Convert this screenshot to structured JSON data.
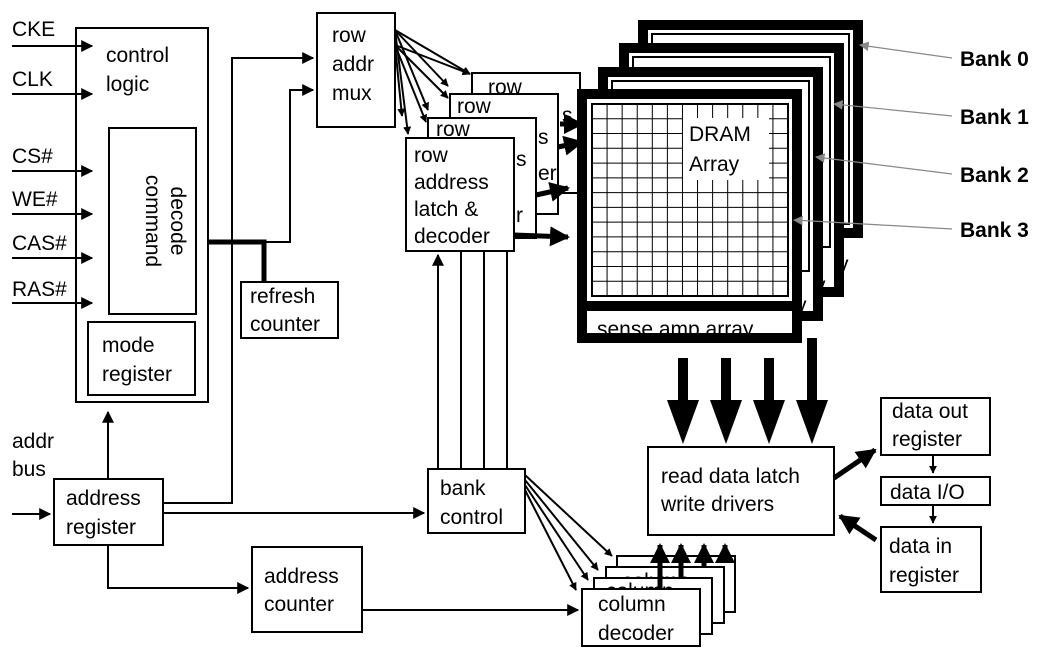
{
  "signals": {
    "cke": "CKE",
    "clk": "CLK",
    "cs": "CS#",
    "we": "WE#",
    "cas": "CAS#",
    "ras": "RAS#"
  },
  "control_logic": {
    "line1": "control",
    "line2": "logic"
  },
  "command_decode": {
    "line1": "command",
    "line2": "decode"
  },
  "mode_register": {
    "line1": "mode",
    "line2": "register"
  },
  "addr_bus": {
    "line1": "addr",
    "line2": "bus"
  },
  "address_register": {
    "line1": "address",
    "line2": "register"
  },
  "address_counter": {
    "line1": "address",
    "line2": "counter"
  },
  "refresh_counter": {
    "line1": "refresh",
    "line2": "counter"
  },
  "row_addr_mux": {
    "line1": "row",
    "line2": "addr",
    "line3": "mux"
  },
  "row_decoder": {
    "line1": "row",
    "line2": "address",
    "line3": "latch &",
    "line4": "decoder"
  },
  "row_decoder_stack": {
    "back_label": "row",
    "partial_s": "s",
    "partial_er": "er",
    "partial_r": "r"
  },
  "bank_control": {
    "line1": "bank",
    "line2": "control"
  },
  "dram_array": {
    "line1": "DRAM",
    "line2": "Array"
  },
  "sense_amp": "sense amp array",
  "bank_edge": {
    "y": "y"
  },
  "banks": [
    "Bank 0",
    "Bank 1",
    "Bank 2",
    "Bank 3"
  ],
  "read_latch": {
    "line1": "read data latch",
    "line2": "write drivers"
  },
  "data_out": {
    "line1": "data out",
    "line2": "register"
  },
  "data_io": "data I/O",
  "data_in": {
    "line1": "data in",
    "line2": "register"
  },
  "column_decoder": {
    "line1": "column",
    "line2": "decoder",
    "back_label": "column"
  }
}
